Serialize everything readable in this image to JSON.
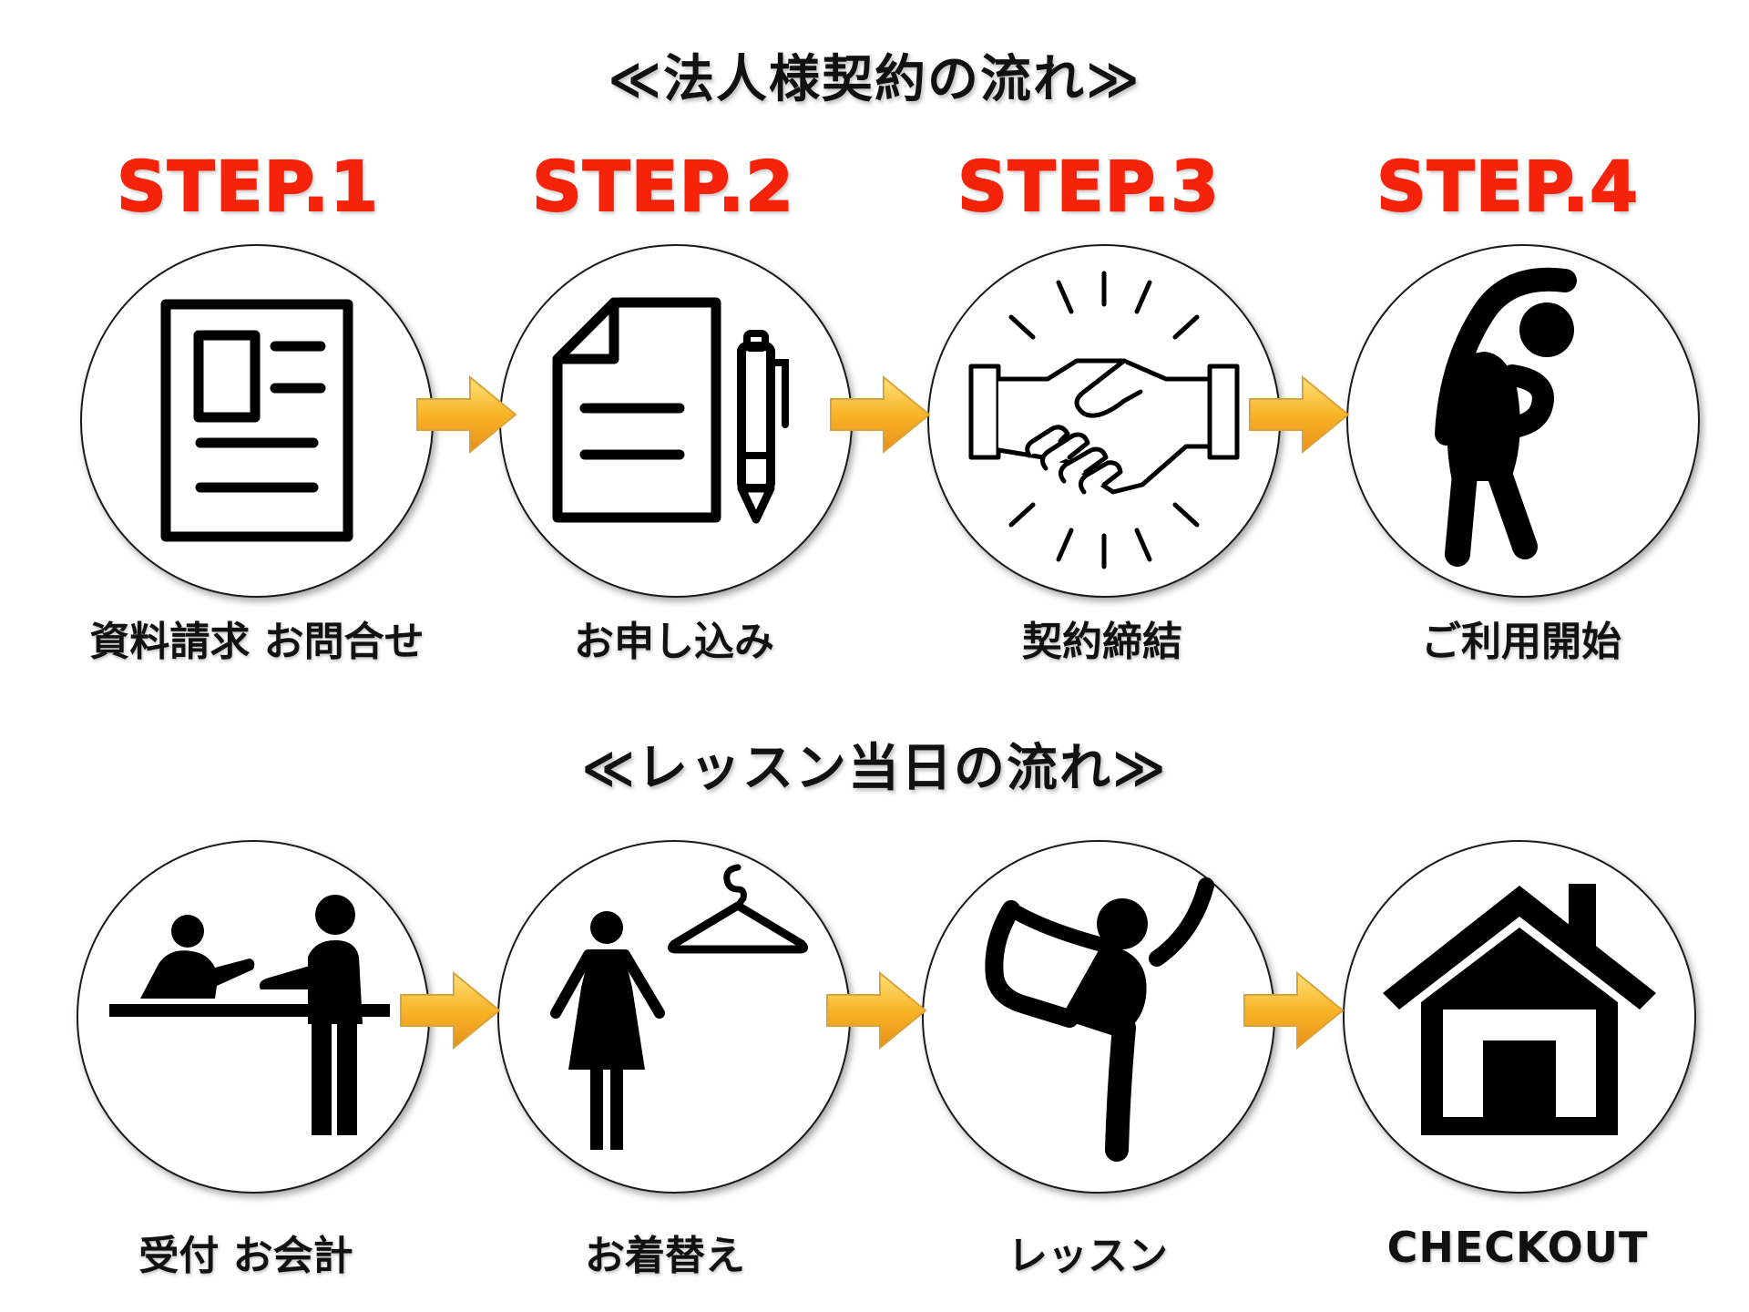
{
  "section1": {
    "title": "≪法人様契約の流れ≫",
    "steps": [
      {
        "label": "STEP.1",
        "caption": "資料請求  お問合せ",
        "icon": "document-icon"
      },
      {
        "label": "STEP.2",
        "caption": "お申し込み",
        "icon": "form-pen-icon"
      },
      {
        "label": "STEP.3",
        "caption": "契約締結",
        "icon": "handshake-icon"
      },
      {
        "label": "STEP.4",
        "caption": "ご利用開始",
        "icon": "stretching-person-icon"
      }
    ]
  },
  "section2": {
    "title": "≪レッスン当日の流れ≫",
    "steps": [
      {
        "caption": "受付  お会計",
        "icon": "reception-desk-icon"
      },
      {
        "caption": "お着替え",
        "icon": "changing-clothes-icon"
      },
      {
        "caption": "レッスン",
        "icon": "yoga-pose-icon"
      },
      {
        "caption": "CHECKOUT",
        "icon": "house-icon"
      }
    ]
  },
  "colors": {
    "step_label": "#f5230a",
    "arrow_fill": "#f7b52a",
    "icon": "#000000"
  }
}
